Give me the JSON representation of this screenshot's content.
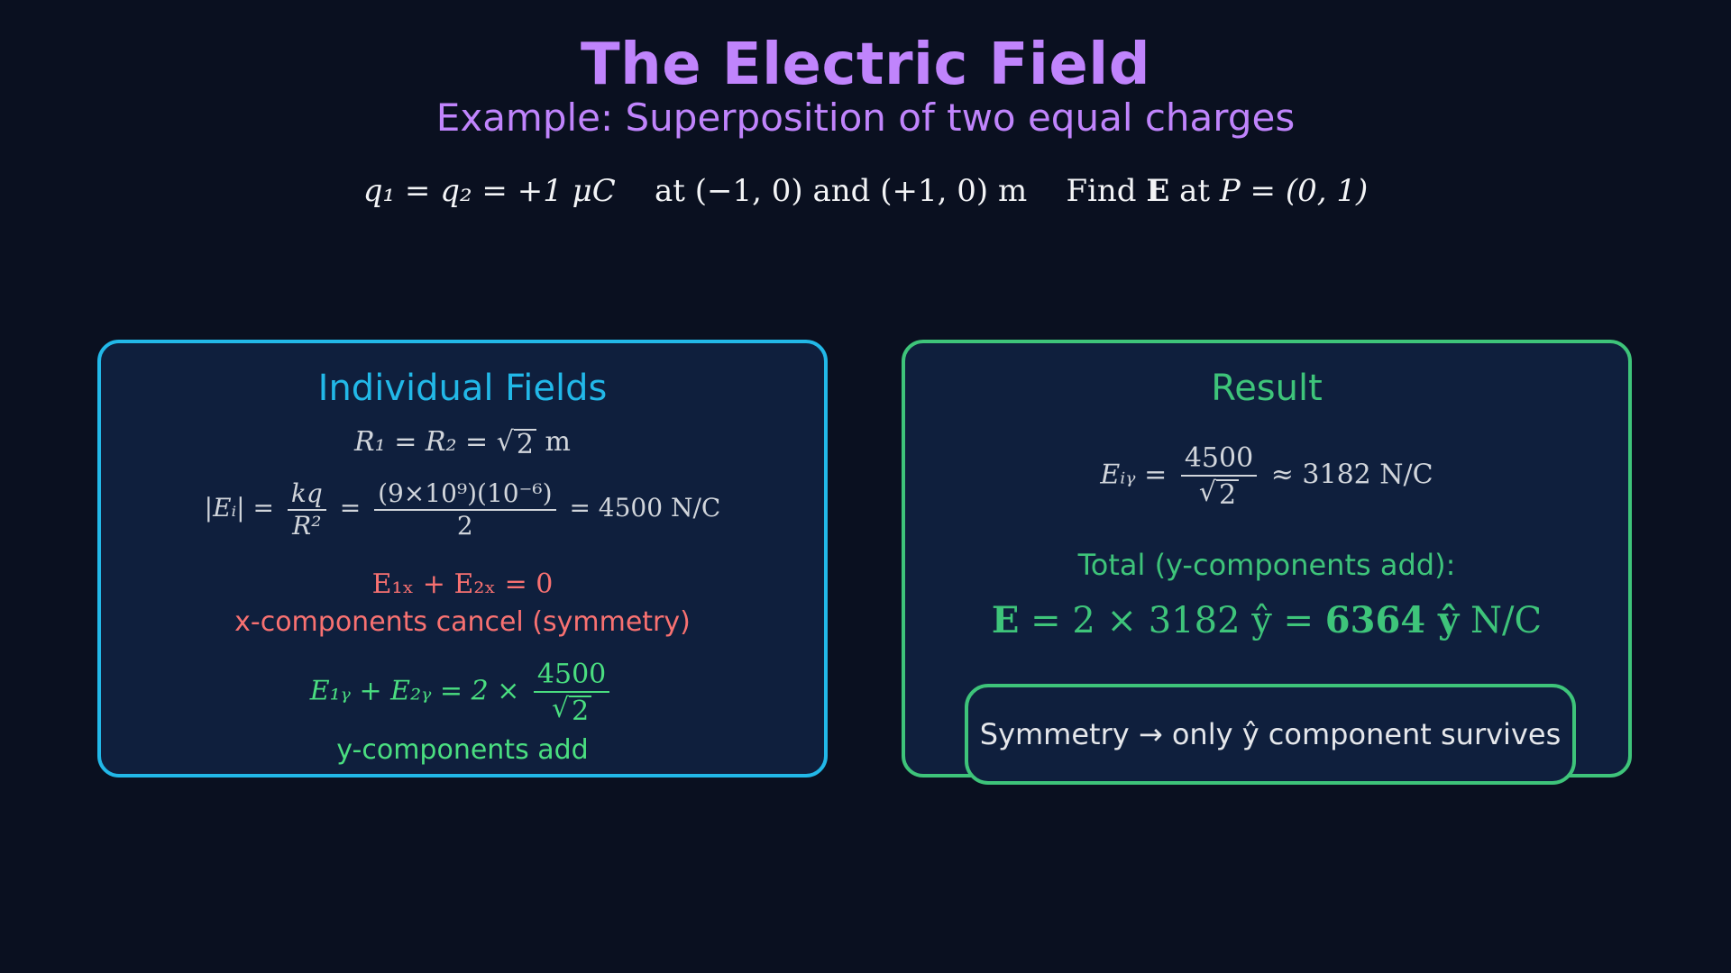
{
  "header": {
    "title": "The Electric Field",
    "subtitle": "Example: Superposition of two equal charges"
  },
  "given": {
    "charges": "q₁ = q₂ = +1 μC",
    "positions_prefix": "at",
    "position_1": "(−1, 0)",
    "and": "and",
    "position_2": "(+1, 0)",
    "unit": "m",
    "find_prefix": "Find",
    "field_symbol": "E",
    "find_at": "at",
    "point": "P = (0, 1)"
  },
  "left_panel": {
    "title": "Individual Fields",
    "distance": {
      "lhs": "R₁ = R₂ =",
      "radicand": "2",
      "unit": "m"
    },
    "magnitude": {
      "lhs": "|Eᵢ| =",
      "frac1_num": "kq",
      "frac1_den": "R²",
      "frac2_num": "(9×10⁹)(10⁻⁶)",
      "frac2_den": "2",
      "result": "= 4500 N/C"
    },
    "x_components": {
      "equation": "E₁ₓ + E₂ₓ = 0",
      "note": "x-components cancel (symmetry)"
    },
    "y_components": {
      "lhs": "E₁ᵧ + E₂ᵧ = 2 ×",
      "num": "4500",
      "radicand": "2",
      "note": "y-components add"
    }
  },
  "right_panel": {
    "title": "Result",
    "eiy": {
      "lhs": "Eᵢᵧ =",
      "num": "4500",
      "radicand": "2",
      "result": "≈ 3182 N/C"
    },
    "total_label": "Total (y-components add):",
    "total_equation": {
      "prefix": "E",
      "middle": "= 2 × 3182 ŷ =",
      "bold_value": "6364 ŷ",
      "unit": "N/C"
    },
    "callout": "Symmetry → only ŷ component survives"
  },
  "colors": {
    "background": "#0a1020",
    "title": "#c084fc",
    "left_accent": "#22b8e8",
    "right_accent": "#3ec47a",
    "cancel": "#f87171",
    "add": "#4ade80",
    "panel_bg": "#0f1f3d"
  }
}
